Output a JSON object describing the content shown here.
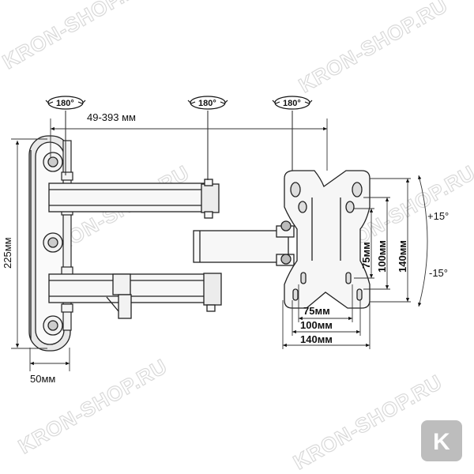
{
  "watermark": {
    "text": "KRON-SHOP.RU"
  },
  "logo": {
    "letter": "K",
    "color": "#bdbdbd"
  },
  "rotation": {
    "label": "180°"
  },
  "dimensions": {
    "arm_extension": "49-393 мм",
    "height": "225мм",
    "depth": "50мм",
    "tilt_up": "+15°",
    "tilt_down": "-15°",
    "vesa_h_75": "75мм",
    "vesa_h_100": "100мм",
    "vesa_h_140": "140мм",
    "vesa_v_75": "75мм",
    "vesa_v_100": "100мм",
    "vesa_v_140": "140мм"
  },
  "colors": {
    "line": "#222222",
    "fill": "#f2f2f2",
    "watermark": "#d9d9d9"
  }
}
